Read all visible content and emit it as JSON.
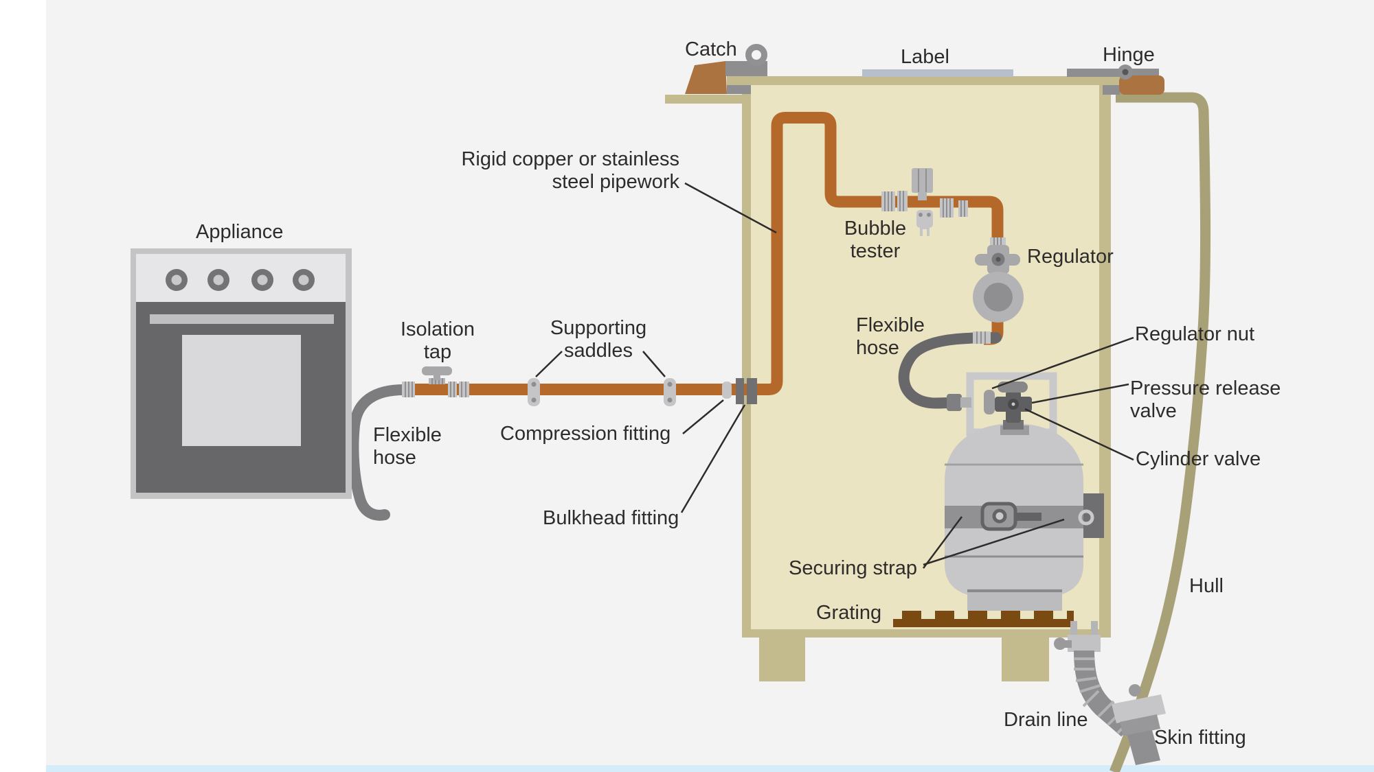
{
  "labels": {
    "catch": "Catch",
    "label": "Label",
    "hinge": "Hinge",
    "rigid_pipework": "Rigid copper or stainless\nsteel pipework",
    "appliance": "Appliance",
    "isolation_tap": "Isolation\ntap",
    "supporting_saddles": "Supporting\nsaddles",
    "flexible_hose_left": "Flexible\nhose",
    "compression_fitting": "Compression fitting",
    "bulkhead_fitting": "Bulkhead fitting",
    "bubble_tester": "Bubble\ntester",
    "regulator": "Regulator",
    "flexible_hose_right": "Flexible\nhose",
    "regulator_nut": "Regulator nut",
    "pressure_release_valve": "Pressure release\nvalve",
    "cylinder_valve": "Cylinder valve",
    "securing_strap": "Securing strap",
    "grating": "Grating",
    "hull": "Hull",
    "drain_line": "Drain line",
    "skin_fitting": "Skin fitting"
  },
  "colors": {
    "background": "#f3f3f4",
    "margin": "#ffffff",
    "water": "#d5ecfa",
    "locker_interior": "#ebe4c3",
    "structure_tan": "#c3ba8e",
    "hull": "#a8a077",
    "copper_pipe": "#b4682a",
    "grating_brown": "#7a4a12",
    "mount_brown": "#ab7340",
    "text": "#2e2c2a"
  }
}
